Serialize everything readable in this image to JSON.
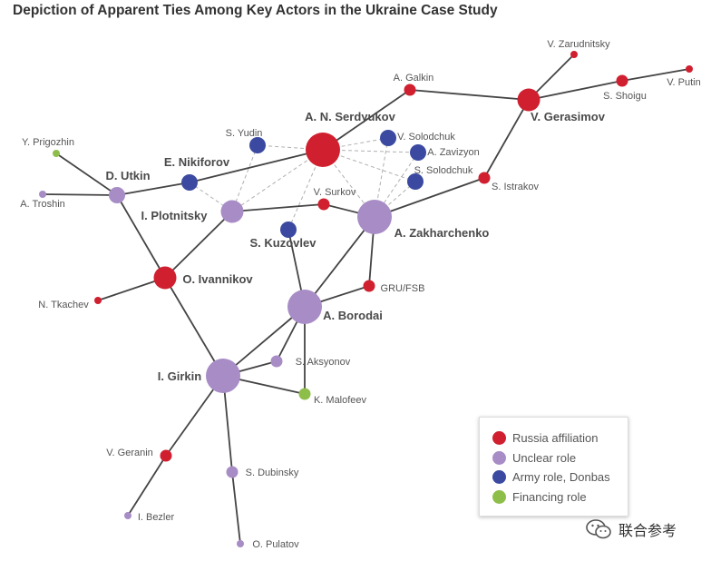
{
  "title": "Depiction of Apparent Ties Among Key Actors in the Ukraine Case Study",
  "colors": {
    "russia": "#d01f2e",
    "unclear": "#a78cc6",
    "army": "#3b4aa0",
    "financing": "#8ebe4a",
    "edge": "#444444",
    "dashed_edge": "#b0b0b0"
  },
  "legend": [
    {
      "key": "russia",
      "label": "Russia affiliation"
    },
    {
      "key": "unclear",
      "label": "Unclear role"
    },
    {
      "key": "army",
      "label": "Army role, Donbas"
    },
    {
      "key": "financing",
      "label": "Financing role"
    }
  ],
  "nodes": [
    {
      "id": "serdyukov",
      "label": "A. N. Serdyukov",
      "group": "russia",
      "size": "xl",
      "major": true
    },
    {
      "id": "gerasimov",
      "label": "V. Gerasimov",
      "group": "russia",
      "size": "l",
      "major": true
    },
    {
      "id": "galkin",
      "label": "A. Galkin",
      "group": "russia",
      "size": "s"
    },
    {
      "id": "zarudnitsky",
      "label": "V. Zarudnitsky",
      "group": "russia",
      "size": "xs"
    },
    {
      "id": "shoigu",
      "label": "S. Shoigu",
      "group": "russia",
      "size": "s"
    },
    {
      "id": "putin",
      "label": "V. Putin",
      "group": "russia",
      "size": "xs"
    },
    {
      "id": "istrakov",
      "label": "S. Istrakov",
      "group": "russia",
      "size": "s"
    },
    {
      "id": "syudin",
      "label": "S. Yudin",
      "group": "army",
      "size": "m"
    },
    {
      "id": "vsolodchuk",
      "label": "V. Solodchuk",
      "group": "army",
      "size": "m"
    },
    {
      "id": "zavizyon",
      "label": "A. Zavizyon",
      "group": "army",
      "size": "m"
    },
    {
      "id": "ssolodchuk",
      "label": "S. Solodchuk",
      "group": "army",
      "size": "m"
    },
    {
      "id": "nikiforov",
      "label": "E. Nikiforov",
      "group": "army",
      "size": "m",
      "major": true
    },
    {
      "id": "surkov",
      "label": "V. Surkov",
      "group": "russia",
      "size": "s"
    },
    {
      "id": "kuzovlev",
      "label": "S. Kuzovlev",
      "group": "army",
      "size": "m",
      "major": true
    },
    {
      "id": "zakharchenko",
      "label": "A. Zakharchenko",
      "group": "unclear",
      "size": "xl",
      "major": true
    },
    {
      "id": "prigozhin",
      "label": "Y. Prigozhin",
      "group": "financing",
      "size": "xs"
    },
    {
      "id": "troshin",
      "label": "A. Troshin",
      "group": "unclear",
      "size": "xs"
    },
    {
      "id": "utkin",
      "label": "D. Utkin",
      "group": "unclear",
      "size": "m",
      "major": true
    },
    {
      "id": "plotnitsky",
      "label": "I. Plotnitsky",
      "group": "unclear",
      "size": "l",
      "major": true
    },
    {
      "id": "ivannikov",
      "label": "O. Ivannikov",
      "group": "russia",
      "size": "l",
      "major": true
    },
    {
      "id": "tkachev",
      "label": "N. Tkachev",
      "group": "russia",
      "size": "xs"
    },
    {
      "id": "gru",
      "label": "GRU/FSB",
      "group": "russia",
      "size": "s"
    },
    {
      "id": "borodai",
      "label": "A. Borodai",
      "group": "unclear",
      "size": "xl",
      "major": true
    },
    {
      "id": "aksyonov",
      "label": "S. Aksyonov",
      "group": "unclear",
      "size": "s"
    },
    {
      "id": "girkin",
      "label": "I. Girkin",
      "group": "unclear",
      "size": "xl",
      "major": true
    },
    {
      "id": "malofeev",
      "label": "K. Malofeev",
      "group": "financing",
      "size": "s"
    },
    {
      "id": "geranin",
      "label": "V. Geranin",
      "group": "russia",
      "size": "s"
    },
    {
      "id": "dubinsky",
      "label": "S. Dubinsky",
      "group": "unclear",
      "size": "s"
    },
    {
      "id": "bezler",
      "label": "I. Bezler",
      "group": "unclear",
      "size": "xs"
    },
    {
      "id": "pulatov",
      "label": "O. Pulatov",
      "group": "unclear",
      "size": "xs"
    }
  ],
  "edges": [
    [
      "galkin",
      "serdyukov"
    ],
    [
      "galkin",
      "gerasimov"
    ],
    [
      "gerasimov",
      "zarudnitsky"
    ],
    [
      "gerasimov",
      "shoigu"
    ],
    [
      "shoigu",
      "putin"
    ],
    [
      "gerasimov",
      "istrakov"
    ],
    [
      "istrakov",
      "zakharchenko"
    ],
    [
      "prigozhin",
      "utkin"
    ],
    [
      "troshin",
      "utkin"
    ],
    [
      "utkin",
      "nikiforov"
    ],
    [
      "nikiforov",
      "serdyukov"
    ],
    [
      "utkin",
      "ivannikov"
    ],
    [
      "plotnitsky",
      "surkov"
    ],
    [
      "surkov",
      "zakharchenko"
    ],
    [
      "plotnitsky",
      "ivannikov"
    ],
    [
      "ivannikov",
      "tkachev"
    ],
    [
      "ivannikov",
      "girkin"
    ],
    [
      "kuzovlev",
      "borodai"
    ],
    [
      "zakharchenko",
      "borodai"
    ],
    [
      "zakharchenko",
      "gru"
    ],
    [
      "gru",
      "borodai"
    ],
    [
      "borodai",
      "girkin"
    ],
    [
      "borodai",
      "aksyonov"
    ],
    [
      "borodai",
      "malofeev"
    ],
    [
      "girkin",
      "aksyonov"
    ],
    [
      "girkin",
      "malofeev"
    ],
    [
      "girkin",
      "geranin"
    ],
    [
      "geranin",
      "bezler"
    ],
    [
      "girkin",
      "dubinsky"
    ],
    [
      "dubinsky",
      "pulatov"
    ]
  ],
  "dashed_edges": [
    [
      "serdyukov",
      "syudin"
    ],
    [
      "serdyukov",
      "vsolodchuk"
    ],
    [
      "serdyukov",
      "zavizyon"
    ],
    [
      "serdyukov",
      "ssolodchuk"
    ],
    [
      "serdyukov",
      "plotnitsky"
    ],
    [
      "serdyukov",
      "kuzovlev"
    ],
    [
      "serdyukov",
      "zakharchenko"
    ],
    [
      "syudin",
      "plotnitsky"
    ],
    [
      "nikiforov",
      "plotnitsky"
    ],
    [
      "vsolodchuk",
      "zakharchenko"
    ],
    [
      "zavizyon",
      "zakharchenko"
    ],
    [
      "ssolodchuk",
      "zakharchenko"
    ]
  ],
  "watermark": {
    "text": "联合参考",
    "icon": "wechat-icon"
  }
}
